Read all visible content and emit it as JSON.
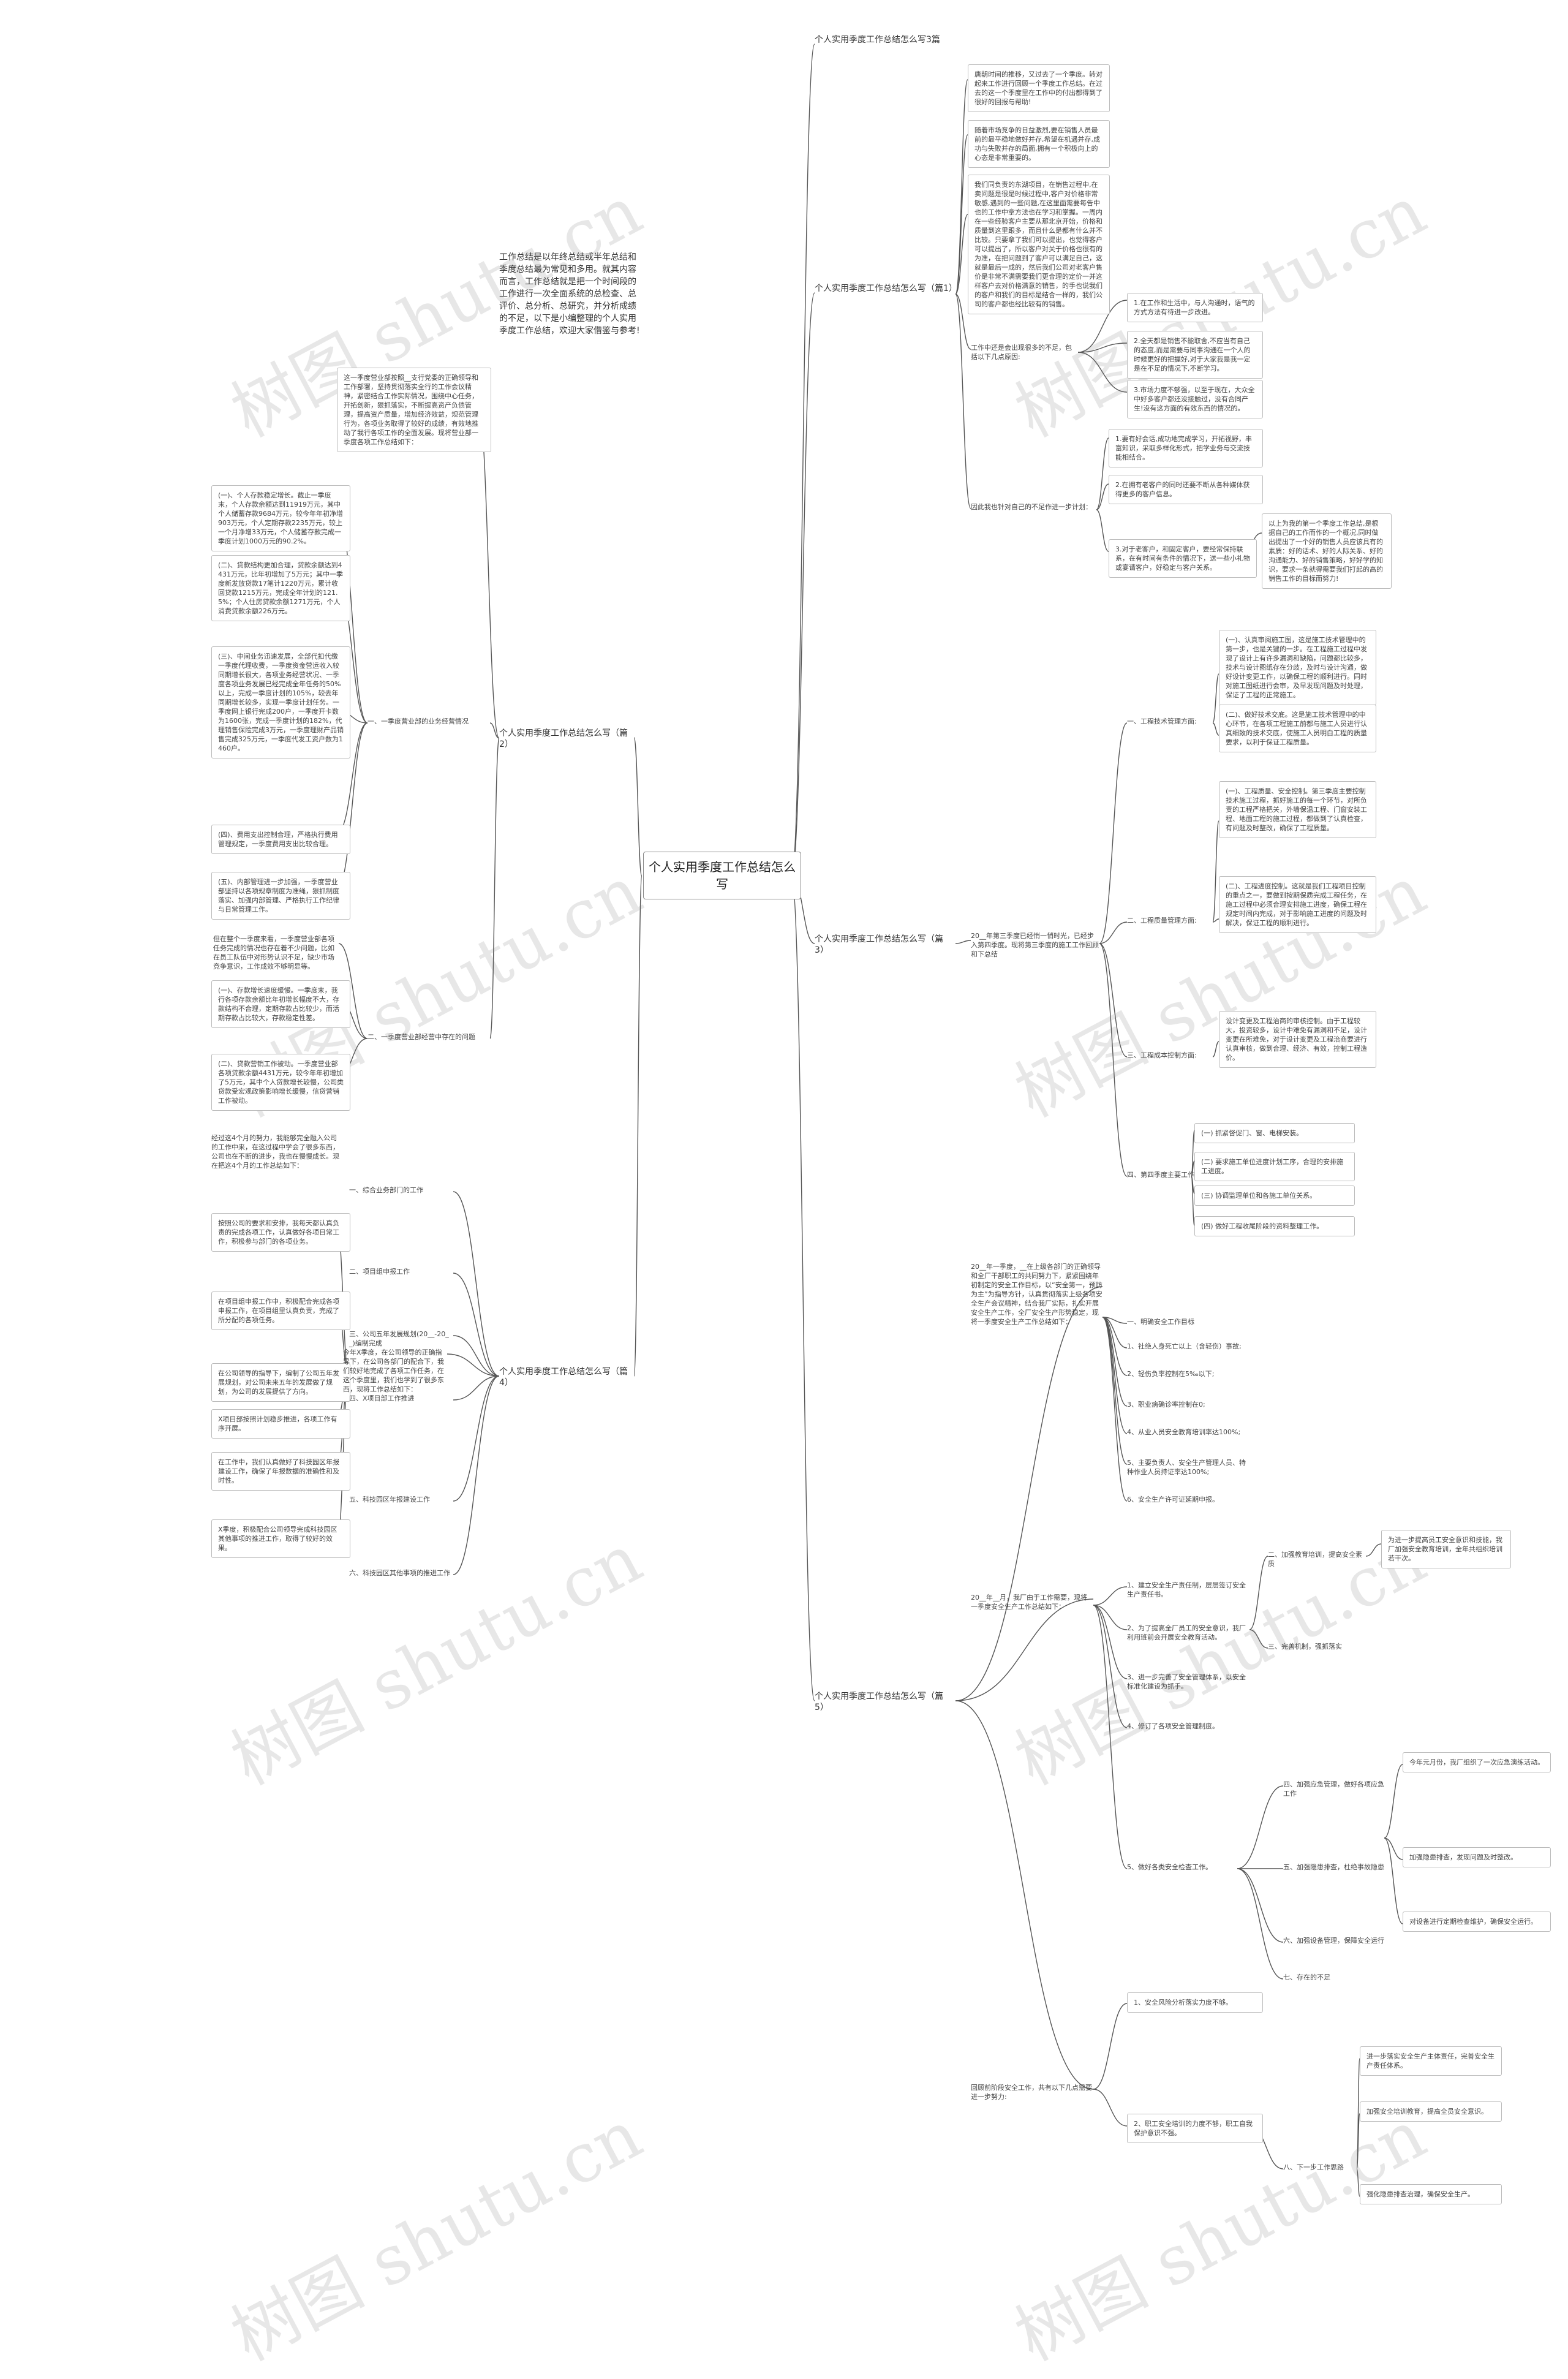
{
  "central": "个人实用季度工作总结怎么写",
  "watermark": "树图 shutu.cn",
  "intro": "工作总结是以年终总结或半年总结和季度总结最为常见和多用。就其内容而言，工作总结就是把一个时间段的工作进行一次全面系统的总检查、总评价、总分析、总研究，并分析成绩的不足，以下是小编整理的个人实用季度工作总结，欢迎大家借鉴与参考!",
  "branches": {
    "p3": "个人实用季度工作总结怎么写3篇",
    "p1": "个人实用季度工作总结怎么写（篇1）",
    "p2": "个人实用季度工作总结怎么写（篇2）",
    "p3b": "个人实用季度工作总结怎么写（篇3）",
    "p4": "个人实用季度工作总结怎么写（篇4）",
    "p5": "个人实用季度工作总结怎么写（篇5）"
  },
  "p1": {
    "n1": "唐朝时间的推移，又过去了一个季度。转对起来工作进行回顾一个季度工作总结。在过去的这一个季度里在工作中的付出都得到了很好的回报与帮助!",
    "n2": "随着市场竞争的日益激烈,要在销售人员最前的最平稳地做好并存,希望在机遇并存,成功与失败并存的局面,拥有一个积极向上的心态是非常重要的。",
    "n3": "我们同负责的东湖项目，在销售过程中,在卖问题是很是时候过程中,客户对价格非常敏感,遇到的一些问题,在这里面需要每告中也的工作中拿方法也在学习和掌握。一周内在一些经验客户主要从那北京开始，价格和质量到这里跟多，而且什么是都有什么并不比较。只要拿了我们可以提出，也觉得客户可以提出了，所以客户对关于价格也很有的为准，在把问题到了客户可以满足自己，这就是最后一成的，然后我们公司对老客户售价是非常不满需要我们更合理的定价一并这样客户去对价格满意的销售，的手也说我们的客户和我们的目标是结合一样的，我们公司的客户都也经比较有的销售。",
    "work_intro": "工作中还是会出现很多的不足，包括以下几点原因:",
    "w1": "1.在工作和生活中，与人沟通时，语气的方式方法有待进一步改进。",
    "w2": "2.全天都是销售不能取舍,不应当有自己的态度,而是需要与同事沟通在一个人的时候更好的把握好,对于大家我是我一定是在不足的情况下,不断学习。",
    "w3": "3.市场力度不够强，以至于现在，大众全中好多客户都还没接触过，没有合同产生!没有这方面的有效东西的情况的。",
    "next_intro": "因此我也针对自己的不足作进一步计划：",
    "x1": "1.要有好会话,成功地完成学习，开拓视野，丰富知识，采取多样化形式，把学业务与交流技能相结合。",
    "x2": "2.在拥有老客户的同时还要不断从各种媒体获得更多的客户信息。",
    "x3": "3.对于老客户，和固定客户，要经常保持联系，在有时间有条件的情况下，送一些小礼物或宴请客户，好稳定与客户关系。",
    "closing": "以上为我的第一个季度工作总结,是根据自己的工作而作的一个概况,同时做出提出了一个好的销售人员应该具有的素质：好的话术、好的人际关系、好的沟通能力、好的销售策略，好好学的知识，要求一条就得需要我们打起的高的销售工作的目标而努力!"
  },
  "p2": {
    "intro": "这一季度营业部按照__支行党委的正确领导和工作部署，坚持贯彻落实全行的工作会议精神，紧密结合工作实际情况，围绕中心任务，开拓创新，狠抓落实，不断提高资产负债管理，提高资产质量，增加经济效益，规范管理行为，各项业务取得了较好的成绩，有效地推动了我行各项工作的全面发展。现将营业部一季度各项工作总结如下：",
    "label1": "一、一季度营业部的业务经营情况",
    "s1": "(一)、个人存款稳定增长。截止一季度末，个人存款余额达到11919万元，其中个人储蓄存款9684万元，较今年年初净增903万元，个人定期存款2235万元，较上一个月净增33万元，个人储蓄存款完成一季度计划1000万元的90.2%。",
    "s2": "(二)、贷款结构更加合理，贷款余额达到4431万元，比年初增加了5万元；其中一季度新发放贷款17笔计1220万元，累计收回贷款1215万元，完成全年计划的121.5%；个人住房贷款余额1271万元，个人消费贷款余额226万元。",
    "s3": "(三)、中间业务迅速发展，全部代扣代缴一季度代理收费，一季度资金营运收入较同期增长很大，各项业务经营状况、一季度各项业务发展已经完成全年任务的50%以上，完成一季度计划的105%，较去年同期增长较多，实现一季度计划任务。一季度网上银行完成200户，一季度开卡数为1600张，完成一季度计划的182%，代理销售保险完成3万元，一季度理财产品销售完成325万元，一季度代发工资户数为1460户。",
    "s4": "(四)、费用支出控制合理，严格执行费用管理规定，一季度费用支出比较合理。",
    "s5": "(五)、内部管理进一步加强，一季度营业部坚持以各项规章制度为准绳，狠抓制度落实、加强内部管理、严格执行工作纪律与日常管理工作。",
    "label2": "二、一季度营业部经营中存在的问题",
    "t0": "但在整个一季度来看，一季度营业部各项任务完成的情况也存在着不少问题，比如在员工队伍中对形势认识不足，缺少市场竞争意识，工作成效不够明显等。",
    "t1": "(一)、存款增长速度缓慢。一季度末，我行各项存款余额比年初增长幅度不大，存款结构不合理，定期存款占比较少，而活期存款占比较大，存款稳定性差。",
    "t2": "(二)、贷款营销工作被动。一季度营业部各项贷款余额4431万元，较今年年初增加了5万元，其中个人贷款增长较慢，公司类贷款受宏观政策影响增长缓慢，信贷营销工作被动。"
  },
  "p3": {
    "intro": "20__年第三季度已经悄一悄时光，已经步入第四季度。现将第三季度的施工工作回顾和下总结",
    "label_mgmt": "一、工程技术管理方面:",
    "m1": "(一)、认真审阅施工图，这是施工技术管理中的第一步，也是关键的一步。在工程施工过程中发现了设计上有许多漏洞和缺陷，问题都比较多，技术与设计图纸存在分歧，及时与设计沟通，做好设计变更工作，以确保工程的顺利进行。同时对施工图纸进行会审，及早发现问题及时处理，保证了工程的正常施工。",
    "m2": "(二)、做好技术交底。这是施工技术管理中的中心环节，在各项工程施工前都与施工人员进行认真细致的技术交底，使施工人员明白工程的质量要求，以利于保证工程质量。",
    "label_progress": "二、工程质量管理方面:",
    "q1": "(一)、工程质量、安全控制。第三季度主要控制技术施工过程，抓好施工的每一个环节，对所负责的工程严格把关，外墙保温工程、门窗安装工程、地面工程的施工过程，都做到了认真检查，有问题及时整改，确保了工程质量。",
    "q2": "(二)、工程进度控制。这就是我们工程项目控制的重点之一，要做到按期保质完成工程任务，在施工过程中必须合理安排施工进度，确保工程在规定时间内完成，对于影响施工进度的问题及时解决，保证工程的顺利进行。",
    "label_cost": "三、工程成本控制方面:",
    "c1": "设计变更及工程治商的审核控制。由于工程较大，投资较多，设计中难免有漏洞和不足，设计变更在所难免，对于设计变更及工程治商要进行认真审核，做到合理、经济、有效，控制工程造价。",
    "label_plan": "四、第四季度主要工作思路:",
    "f1": "(一) 抓紧督促门、窗、电梯安装。",
    "f2": "(二) 要求施工单位进度计划工序，合理的安排施工进度。",
    "f3": "(三) 协调监理单位和各施工单位关系。",
    "f4": "(四) 做好工程收尾阶段的资料整理工作。"
  },
  "p4": {
    "intro": "经过这4个月的努力，我能够完全融入公司的工作中来，在这过程中学会了很多东西，公司也在不断的进步，我也在慢慢成长。现在把这4个月的工作总结如下：",
    "label1": "一、综合业务部门的工作",
    "s1": "按照公司的要求和安排，我每天都认真负责的完成各项工作，认真做好各项日常工作，积极参与部门的各项业务。",
    "label2": "二、项目组申报工作",
    "s2": "在项目组申报工作中，积极配合完成各项申报工作，在项目组里认真负责，完成了所分配的各项任务。",
    "label3": "三、公司五年发展规划(20__-20__)编制完成",
    "s3": "在公司领导的指导下，编制了公司五年发展规划，对公司未来五年的发展做了规划，为公司的发展提供了方向。",
    "intro2": "今年X季度，在公司领导的正确指导下，在公司各部门的配合下，我们较好地完成了各项工作任务，在这个季度里，我们也学到了很多东西，现将工作总结如下：",
    "label4": "四、X项目部工作推进",
    "s4": "X项目部按照计划稳步推进，各项工作有序开展。",
    "label5": "五、科技园区年报建设工作",
    "s5": "在工作中，我们认真做好了科技园区年报建设工作，确保了年报数据的准确性和及时性。",
    "label6": "六、科技园区其他事项的推进工作",
    "s6": "X季度，积极配合公司领导完成科技园区其他事项的推进工作，取得了较好的效果。"
  },
  "p5": {
    "intro": "20__年一季度，__在上级各部门的正确领导和全厂干部职工的共同努力下，紧紧围绕年初制定的安全工作目标，以“安全第一，预防为主”为指导方针，认真贯彻落实上级各项安全生产会议精神，结合我厂实际，扎实开展安全生产工作，全厂安全生产形势稳定，现将一季度安全生产工作总结如下：",
    "label_goal": "一、明确安全工作目标",
    "g1": "1、社绝人身死亡以上（含轻伤）事故;",
    "g2": "2、轻伤负率控制在5‰以下;",
    "g3": "3、职业病确诊率控制在0;",
    "g4": "4、从业人员安全教育培训率达100%;",
    "g5": "5、主要负责人、安全生产管理人员、特种作业人员持证率达100%;",
    "g6": "6、安全生产许可证延期申报。",
    "label_train": "二、加强教育培训，提高安全素质",
    "tr": "为进一步提高员工安全意识和技能，我厂加强安全教育培训，全年共组织培训若干次。",
    "label_mech": "三、完善机制，强抓落实",
    "intro2": "20__年__月，我厂由于工作需要，现将一季度安全生产工作总结如下：",
    "m1": "1、建立安全生产责任制，层层签订安全生产责任书。",
    "m2": "2、为了提高全厂员工的安全意识，我厂利用班前会开展安全教育活动。",
    "m3": "3、进一步完善了安全管理体系，以安全标准化建设为抓手。",
    "m4": "4、修订了各项安全管理制度。",
    "m5": "5、做好各类安全检查工作。",
    "label_check": "四、加强应急管理，做好各项应急工作",
    "ck": "今年元月份，我厂组织了一次应急演练活动。",
    "label_hazard": "五、加强隐患排查，杜绝事故隐患",
    "hz": "加强隐患排查，发现问题及时整改。",
    "label_equip": "六、加强设备管理，保障安全运行",
    "eq": "对设备进行定期检查维护，确保安全运行。",
    "label_other": "七、存在的不足",
    "label_next": "八、下一步工作思路",
    "nx1": "1、安全风险分析落实力度不够。",
    "nx2": "2、职工安全培训的力度不够，职工自我保护意识不强。",
    "plan_intro": "回顾前阶段安全工作，共有以下几点需要进一步努力:",
    "plan1": "进一步落实安全生产主体责任，完善安全生产责任体系。",
    "plan2": "加强安全培训教育，提高全员安全意识。",
    "plan3": "强化隐患排查治理，确保安全生产。"
  }
}
